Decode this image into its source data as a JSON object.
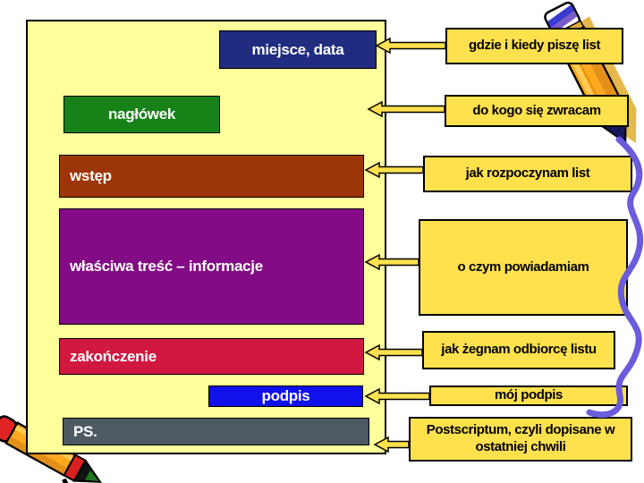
{
  "canvas": {
    "background": "#FFFFFF"
  },
  "page": {
    "background": "#FFFF9C",
    "border_color": "#000000",
    "blocks": [
      {
        "id": "place-date",
        "label": "miejsce, data",
        "color": "#202C80",
        "text_color": "#FFFFFF"
      },
      {
        "id": "header",
        "label": "nagłówek",
        "color": "#178217",
        "text_color": "#FFFFFF"
      },
      {
        "id": "intro",
        "label": "wstęp",
        "color": "#9C3608",
        "text_color": "#FFFFFF"
      },
      {
        "id": "body",
        "label": "właściwa treść – informacje",
        "color": "#830C86",
        "text_color": "#FFFFFF"
      },
      {
        "id": "ending",
        "label": "zakończenie",
        "color": "#D01840",
        "text_color": "#FFFFFF"
      },
      {
        "id": "signature",
        "label": "podpis",
        "color": "#1111EC",
        "text_color": "#FFFFFF"
      },
      {
        "id": "ps",
        "label": "PS.",
        "color": "#4D5A62",
        "text_color": "#FFFFFF"
      }
    ]
  },
  "annotations": {
    "background": "#FFE14E",
    "border_color": "#000000",
    "items": [
      {
        "label": "gdzie i kiedy piszę list",
        "points_to": "miejsce, data"
      },
      {
        "label": "do kogo się zwracam",
        "points_to": "nagłówek"
      },
      {
        "label": "jak rozpoczynam list",
        "points_to": "wstęp"
      },
      {
        "label": "o czym powiadamiam",
        "points_to": "właściwa treść – informacje"
      },
      {
        "label": "jak żegnam odbiorcę listu",
        "points_to": "zakończenie"
      },
      {
        "label": "mój podpis",
        "points_to": "podpis"
      },
      {
        "label": "Postscriptum, czyli dopisane w ostatniej chwili",
        "points_to": "PS."
      }
    ],
    "arrow_fill": "#FFE14E"
  },
  "decorations": {
    "icons": [
      "pencil-icon-top-right",
      "pencil-icon-bottom-left",
      "squiggle-line-icon"
    ],
    "pencil_body_color": "#FFAA1E",
    "eraser_color": "#E02424",
    "squiggle_color": "#6A5CDB"
  }
}
